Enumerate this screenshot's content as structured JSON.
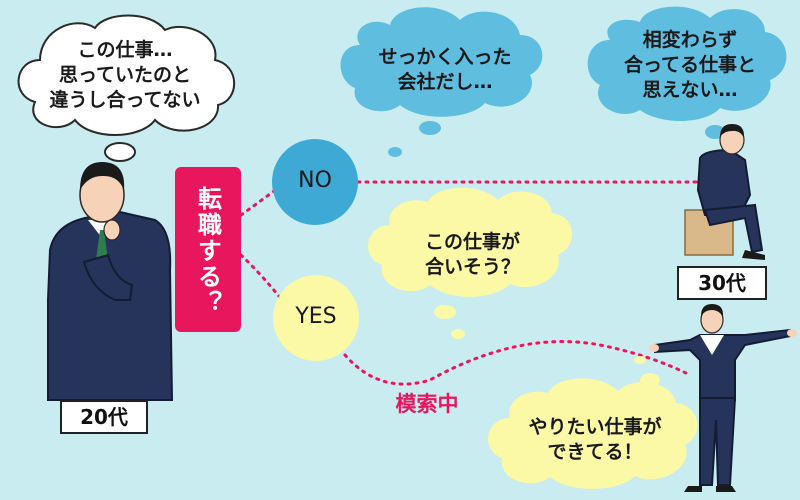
{
  "thought_bubbles": {
    "worker20_thought": [
      "この仕事…",
      "思っていたのと",
      "違うし合ってない"
    ],
    "no_thought": [
      "せっかく入った",
      "会社だし…"
    ],
    "worker30_thought": [
      "相変わらず",
      "合ってる仕事と",
      "思えない…"
    ],
    "yes_thought": [
      "この仕事が",
      "合いそう？"
    ],
    "success_thought": [
      "やりたい仕事が",
      "できてる！"
    ]
  },
  "decision": {
    "question": "転職する？",
    "no_label": "NO",
    "yes_label": "YES",
    "searching_label": "模索中"
  },
  "ages": {
    "age20": "20代",
    "age30": "30代"
  },
  "colors": {
    "background": "#c8ecf0",
    "accent_pink": "#e8175d",
    "no_circle": "#3fa9d6",
    "yes_circle": "#fbf8a6",
    "cloud_blue": "#5fbde0",
    "cloud_yellow": "#fbf8a6",
    "suit_navy": "#26345c"
  }
}
